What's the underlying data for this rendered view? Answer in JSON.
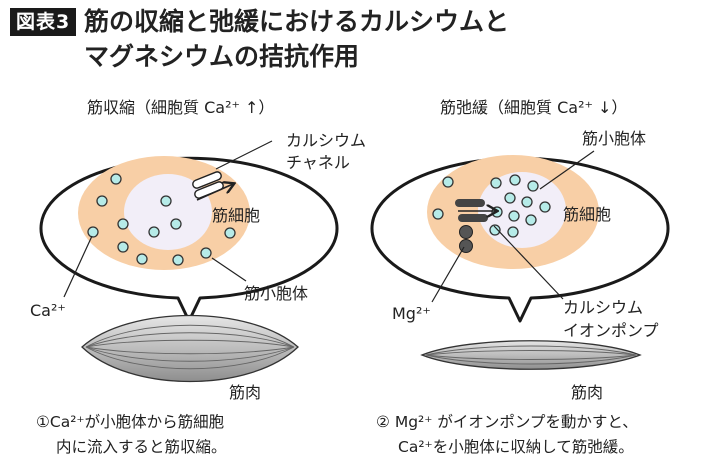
{
  "header": {
    "badge": "図表3",
    "title_line1": "筋の収縮と弛緩におけるカルシウムと",
    "title_line2": "マグネシウムの拮抗作用"
  },
  "left_panel": {
    "heading": "筋収縮（細胞質 Ca²⁺ ↑）",
    "channel_label_line1": "カルシウム",
    "channel_label_line2": "チャネル",
    "cell_label": "筋細胞",
    "sr_label": "筋小胞体",
    "ion_label": "Ca²⁺",
    "muscle_label": "筋肉",
    "caption_line1": "①Ca²⁺が小胞体から筋細胞",
    "caption_line2": "内に流入すると筋収縮。"
  },
  "right_panel": {
    "heading": "筋弛緩（細胞質 Ca²⁺ ↓）",
    "sr_label": "筋小胞体",
    "cell_label": "筋細胞",
    "ion_label": "Mg²⁺",
    "pump_label_line1": "カルシウム",
    "pump_label_line2": "イオンポンプ",
    "muscle_label": "筋肉",
    "caption_line1": "② Mg²⁺ がイオンポンプを動かすと、",
    "caption_line2": "Ca²⁺を小胞体に収納して筋弛緩。"
  },
  "colors": {
    "sr_fill": "#f8cfa6",
    "cell_fill": "#f2eef8",
    "ion_fill": "#b6ebe8",
    "badge_bg": "#1a1a1a",
    "muscle_fill": "#cccccc",
    "pump_dark": "#444444"
  }
}
